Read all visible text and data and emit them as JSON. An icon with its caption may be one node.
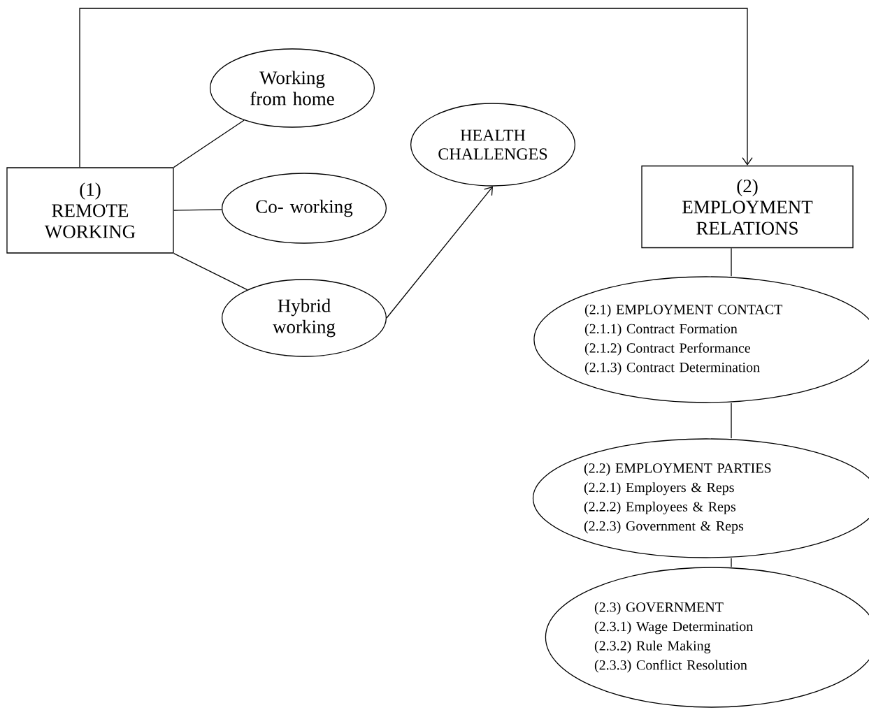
{
  "diagram": {
    "nodes": [
      {
        "text": [
          "(1)",
          "REMOTE WORKING"
        ]
      },
      {
        "text": [
          "Working from home"
        ]
      },
      {
        "text": [
          "Co- working"
        ]
      },
      {
        "text": [
          "Hybrid working"
        ]
      },
      {
        "text": [
          "HEALTH CHALLENGES"
        ]
      },
      {
        "text": [
          "(2)",
          "EMPLOYMENT RELATIONS"
        ]
      },
      {
        "text": [
          "(2.1) EMPLOYMENT CONTACT",
          "(2.1.1) Contract Formation",
          "(2.1.2) Contract Performance",
          "(2.1.3) Contract Determination"
        ]
      },
      {
        "text": [
          "(2.2) EMPLOYMENT PARTIES",
          "(2.2.1) Employers & Reps",
          "(2.2.2) Employees & Reps",
          "(2.2.3) Government & Reps"
        ]
      },
      {
        "text": [
          "(2.3) GOVERNMENT",
          "(2.3.1) Wage Determination",
          "(2.3.2) Rule Making",
          "(2.3.3) Conflict Resolution"
        ]
      }
    ],
    "edges": [
      {
        "from": 0,
        "to": 5,
        "arrow": "to"
      },
      {
        "from": 0,
        "to": 1,
        "arrow": "none"
      },
      {
        "from": 0,
        "to": 2,
        "arrow": "none"
      },
      {
        "from": 0,
        "to": 3,
        "arrow": "none"
      },
      {
        "from": 3,
        "to": 4,
        "arrow": "to"
      },
      {
        "from": 5,
        "to": 6,
        "arrow": "none"
      },
      {
        "from": 6,
        "to": 7,
        "arrow": "none"
      },
      {
        "from": 7,
        "to": 8,
        "arrow": "none"
      }
    ]
  }
}
